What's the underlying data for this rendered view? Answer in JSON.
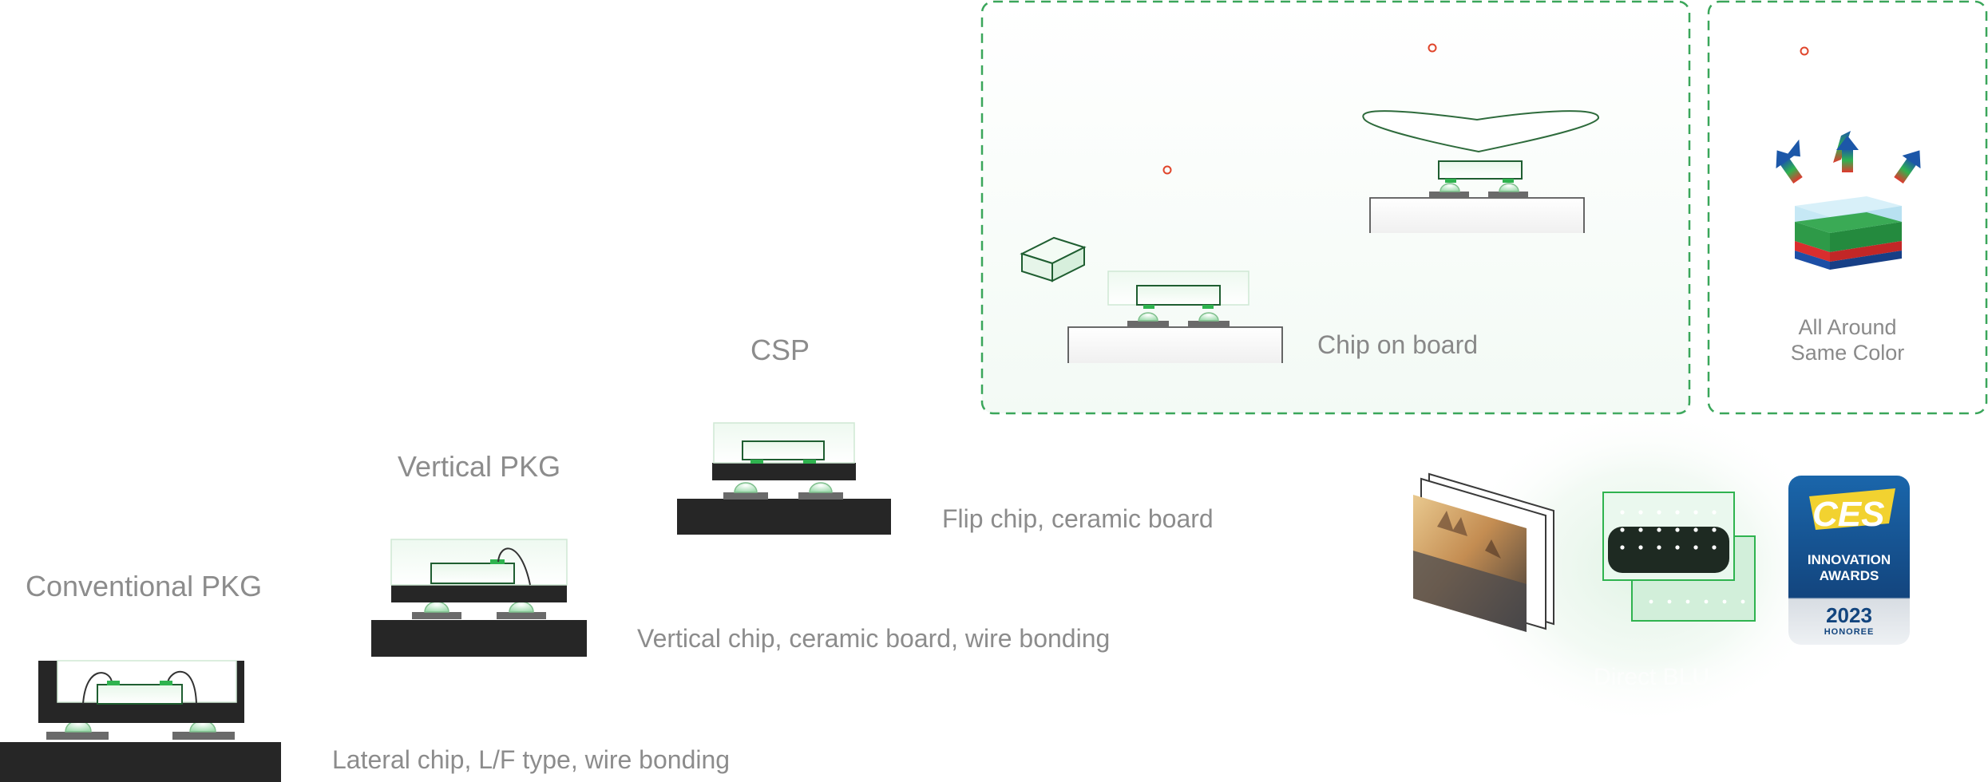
{
  "stages": [
    {
      "title": "Conventional PKG",
      "description": "Lateral chip, L/F type, wire bonding"
    },
    {
      "title": "Vertical PKG",
      "description": "Vertical chip, ceramic board, wire bonding"
    },
    {
      "title": "CSP",
      "description": "Flip chip, ceramic board"
    }
  ],
  "chip_on_board": {
    "label": "Chip on board"
  },
  "all_around": {
    "label": "All Around\nSame Color"
  },
  "direct_blu": {
    "label": "Direct BLU"
  },
  "ces_badge": {
    "brand": "CES",
    "line1": "INNOVATION",
    "line2": "AWARDS",
    "year": "2023",
    "honoree": "HONOREE"
  },
  "colors": {
    "accent_green": "#2fb34f",
    "dashed_border": "#3aa65a",
    "dark_board": "#262626",
    "label_gray": "#8c8c8c",
    "marker_red": "#e0452b",
    "ces_blue": "#1a5b9c",
    "ces_yellow": "#f2d230"
  }
}
